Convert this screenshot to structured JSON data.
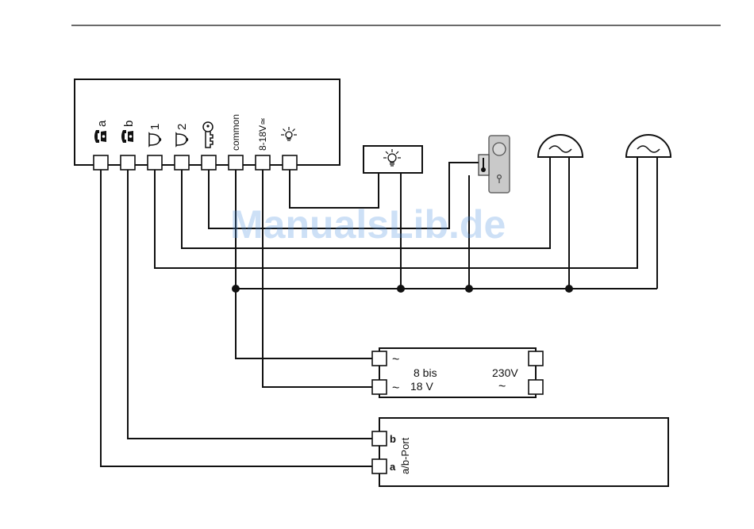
{
  "colors": {
    "line": "#111111",
    "watermark": "#4d8fe0",
    "door_opener_fill": "#c9c9c9"
  },
  "intercom_unit": {
    "terminal_labels": {
      "a": "a",
      "b": "b",
      "bell1": "1",
      "bell2": "2",
      "common": "common",
      "power": "8-18V≃"
    },
    "icons": [
      "handset-icon",
      "handset-icon",
      "bell-icon",
      "bell-icon",
      "key-icon",
      "light-icon"
    ]
  },
  "transformer": {
    "voltage_low_line1": "8 bis",
    "voltage_low_line2": "18 V",
    "voltage_high": "230V",
    "ac_symbol": "~"
  },
  "ab_port": {
    "label": "a/b-Port",
    "terminal_b": "b",
    "terminal_a": "a"
  },
  "watermark": "ManualsLib.de"
}
